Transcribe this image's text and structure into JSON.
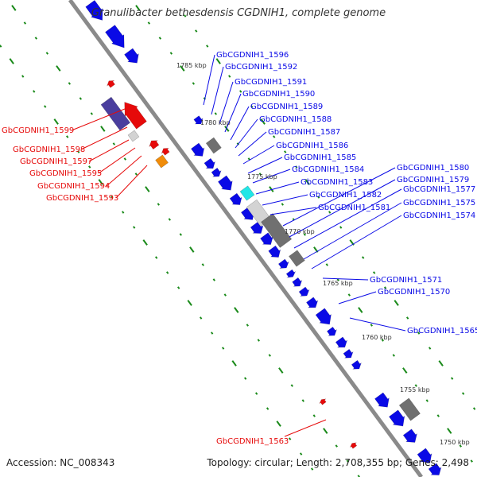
{
  "title": "Granulibacter bethesdensis CGDNIH1, complete genome",
  "footer": {
    "accession": "Accession: NC_008343",
    "summary": "Topology: circular; Length: 2,708,355 bp; Genes: 2,498"
  },
  "colors": {
    "forward": "#0a0ae6",
    "reverse": "#e60a0a",
    "rna": "#707070",
    "light_rna": "#d3d3d3",
    "cyan": "#22e6e6",
    "orange": "#f08c0a",
    "purple": "#4a3e9e",
    "tick": "#1a8a1a",
    "backbone": "#888888"
  },
  "kbp_labels": [
    "1785 kbp",
    "1780 kbp",
    "1775 kbp",
    "1770 kbp",
    "1765 kbp",
    "1760 kbp",
    "1755 kbp",
    "1750 kbp"
  ],
  "blue_labels": [
    "GbCGDNIH1_1596",
    "GbCGDNIH1_1592",
    "GbCGDNIH1_1591",
    "GbCGDNIH1_1590",
    "GbCGDNIH1_1589",
    "GbCGDNIH1_1588",
    "GbCGDNIH1_1587",
    "GbCGDNIH1_1586",
    "GbCGDNIH1_1585",
    "GbCGDNIH1_1584",
    "GbCGDNIH1_1583",
    "GbCGDNIH1_1582",
    "GbCGDNIH1_1581",
    "GbCGDNIH1_1580",
    "GbCGDNIH1_1579",
    "GbCGDNIH1_1577",
    "GbCGDNIH1_1575",
    "GbCGDNIH1_1574",
    "GbCGDNIH1_1571",
    "GbCGDNIH1_1570",
    "GbCGDNIH1_1565"
  ],
  "red_labels": [
    "GbCGDNIH1_1599",
    "GbCGDNIH1_1598",
    "GbCGDNIH1_1597",
    "GbCGDNIH1_1595",
    "GbCGDNIH1_1594",
    "GbCGDNIH1_1593",
    "GbCGDNIH1_1563"
  ]
}
